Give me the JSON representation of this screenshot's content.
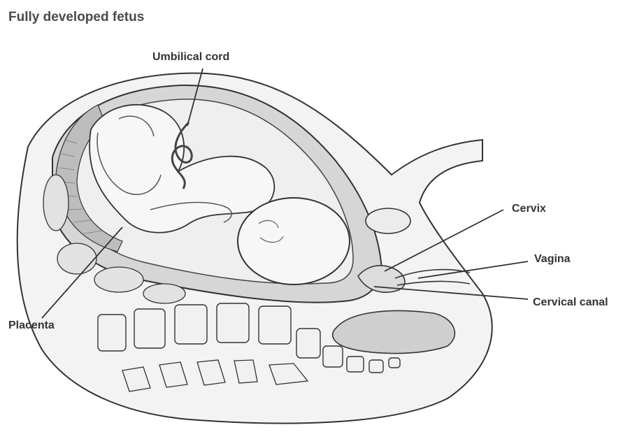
{
  "title": "Fully developed fetus",
  "labels": {
    "umbilical_cord": "Umbilical cord",
    "cervix": "Cervix",
    "vagina": "Vagina",
    "cervical_canal": "Cervical canal",
    "placenta": "Placenta"
  },
  "colors": {
    "ink": "#333333",
    "shade": "#b9b9b9",
    "light": "#e6e6e6",
    "paper": "#ffffff"
  }
}
